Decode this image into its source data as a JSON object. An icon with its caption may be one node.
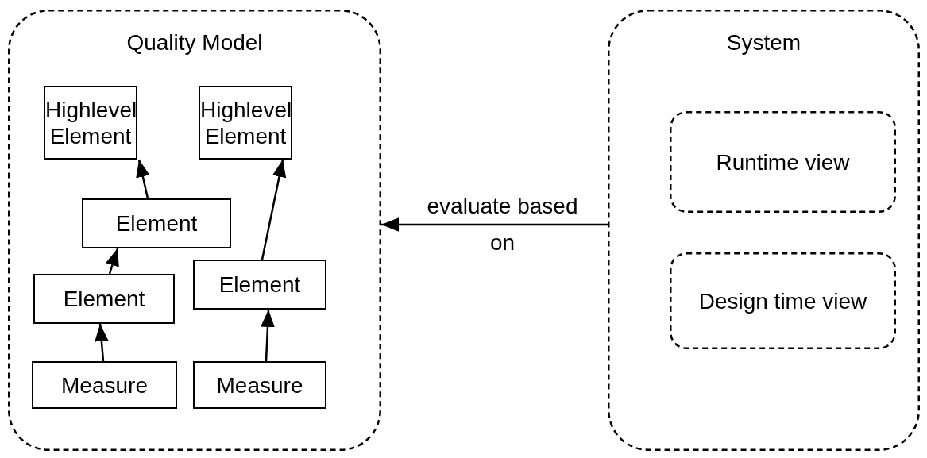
{
  "diagram": {
    "nodes": [
      {
        "text": [
          "Quality Model"
        ]
      },
      {
        "text": [
          "Highlevel Element"
        ],
        "in": 0
      },
      {
        "text": [
          "Highlevel Element"
        ],
        "in": 0
      },
      {
        "text": [
          "Element"
        ],
        "in": 0
      },
      {
        "text": [
          "Element"
        ],
        "in": 0
      },
      {
        "text": [
          "Element"
        ],
        "in": 0
      },
      {
        "text": [
          "Measure"
        ],
        "in": 0
      },
      {
        "text": [
          "Measure"
        ],
        "in": 0
      },
      {
        "text": [
          "System"
        ]
      },
      {
        "text": [
          "Runtime view"
        ],
        "in": 8
      },
      {
        "text": [
          "Design time view"
        ],
        "in": 8
      }
    ],
    "edges": [
      {
        "from": 6,
        "to": 4,
        "arrow": "to"
      },
      {
        "from": 4,
        "to": 3,
        "arrow": "to"
      },
      {
        "from": 3,
        "to": 1,
        "arrow": "to"
      },
      {
        "from": 7,
        "to": 5,
        "arrow": "to"
      },
      {
        "from": 5,
        "to": 2,
        "arrow": "to"
      },
      {
        "from": 8,
        "to": 0,
        "arrow": "to",
        "label": "evaluate based on"
      }
    ]
  }
}
